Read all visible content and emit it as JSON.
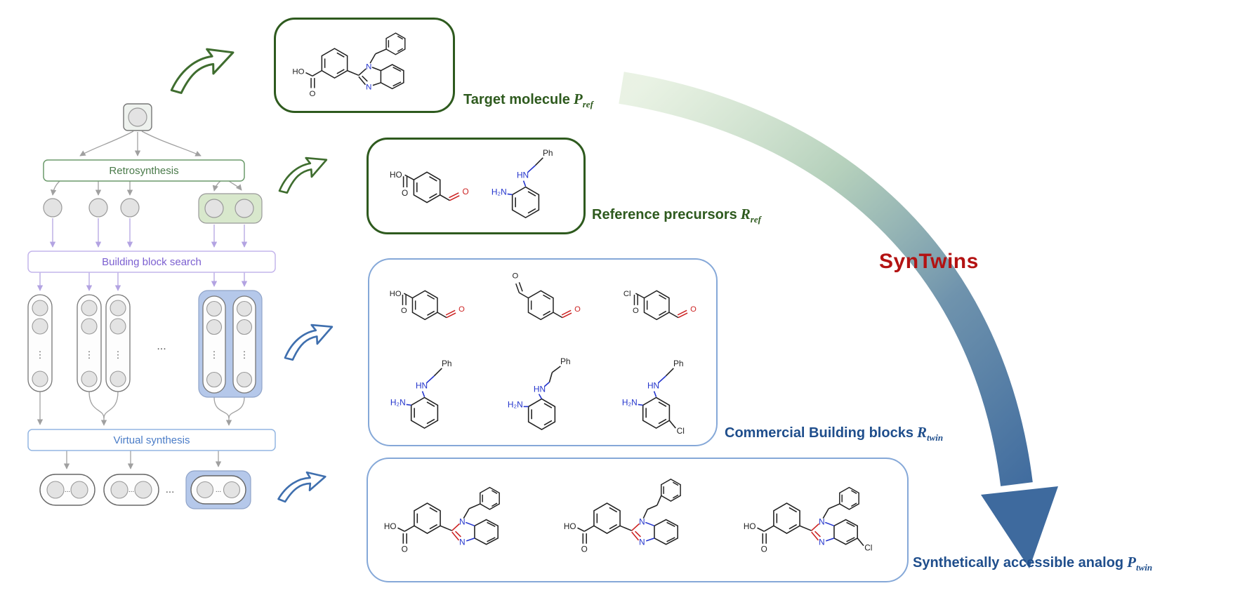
{
  "figure": {
    "tree": {
      "retrosynthesis": "Retrosynthesis",
      "building_block_search": "Building block search",
      "virtual_synthesis": "Virtual synthesis",
      "ellipsis_h": "...",
      "ellipsis_v": "⋮"
    },
    "labels": {
      "target": {
        "text": "Target molecule",
        "symbol": "P",
        "sub": "ref"
      },
      "precursors": {
        "text": "Reference precursors",
        "symbol": "R",
        "sub": "ref"
      },
      "building_blocks": {
        "text": "Commercial Building blocks",
        "symbol": "R",
        "sub": "twin"
      },
      "analog": {
        "text": "Synthetically accessible analog",
        "symbol": "P",
        "sub": "twin"
      },
      "syntwins": "SynTwins"
    },
    "atoms": {
      "HO": "HO",
      "O": "O",
      "N": "N",
      "HN": "HN",
      "H2N": "H₂N",
      "Ph": "Ph",
      "Cl": "Cl"
    },
    "colors": {
      "dark_green": "#2e5a1e",
      "tree_green": "#4a7a4a",
      "purple": "#7b5fd0",
      "light_purple": "#b3a3e2",
      "blue": "#4a7cc7",
      "dark_blue": "#1f4e8c",
      "box_blue": "#85a8d8",
      "syntwins_red": "#b31212",
      "bond_red": "#cc2222",
      "atom_blue": "#2233cc",
      "highlight_green": "#d8e8cc",
      "highlight_blue": "#b5c8ea",
      "arrow_gradient_start": "#cfe3c4",
      "arrow_gradient_end": "#3e6a9e"
    }
  }
}
